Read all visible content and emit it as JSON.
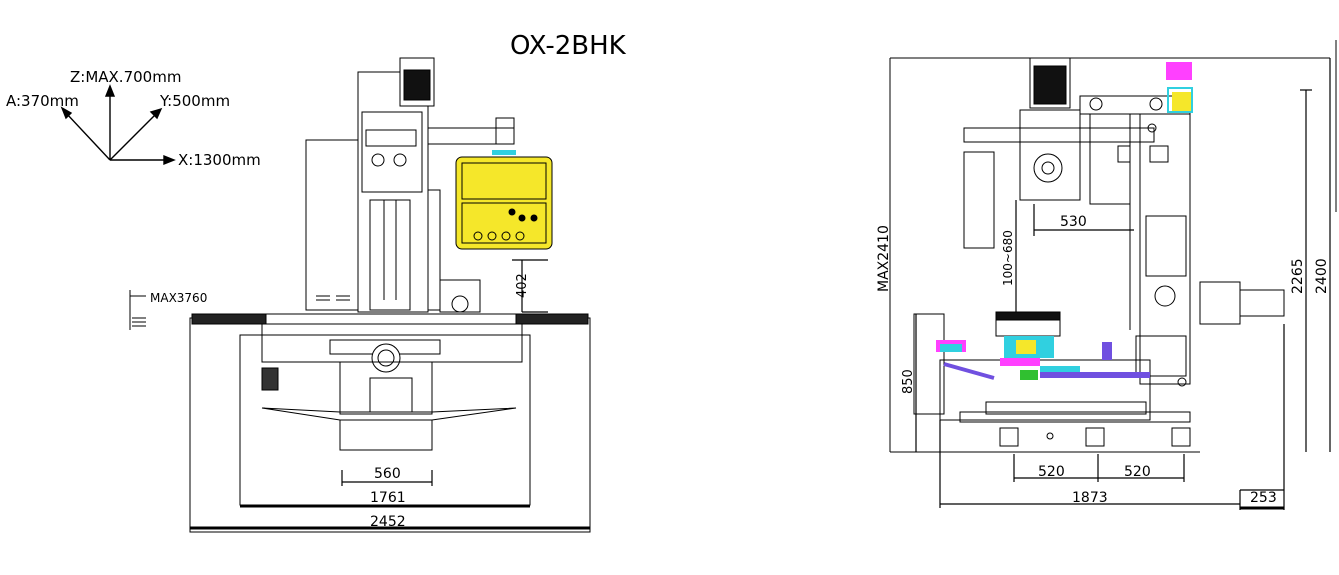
{
  "title": "OX-2BHK",
  "axes": {
    "z": "Z:MAX.700mm",
    "a": "A:370mm",
    "y": "Y:500mm",
    "x": "X:1300mm"
  },
  "front_view": {
    "max_length": "MAX3760",
    "dim_height_402": "402",
    "dim_width_560": "560",
    "dim_width_1761": "1761",
    "dim_width_2452": "2452"
  },
  "side_view": {
    "dim_530": "530",
    "dim_100_680": "100~680",
    "dim_max2410": "MAX2410",
    "dim_2265": "2265",
    "dim_2400": "2400",
    "dim_850": "850",
    "dim_520_left": "520",
    "dim_520_right": "520",
    "dim_1873": "1873",
    "dim_253": "253"
  },
  "colors": {
    "line": "#000000",
    "panel_yellow": "#f5e72a",
    "accent_cyan": "#30d0e0",
    "accent_magenta": "#ff40ff",
    "accent_purple": "#7050e0"
  }
}
